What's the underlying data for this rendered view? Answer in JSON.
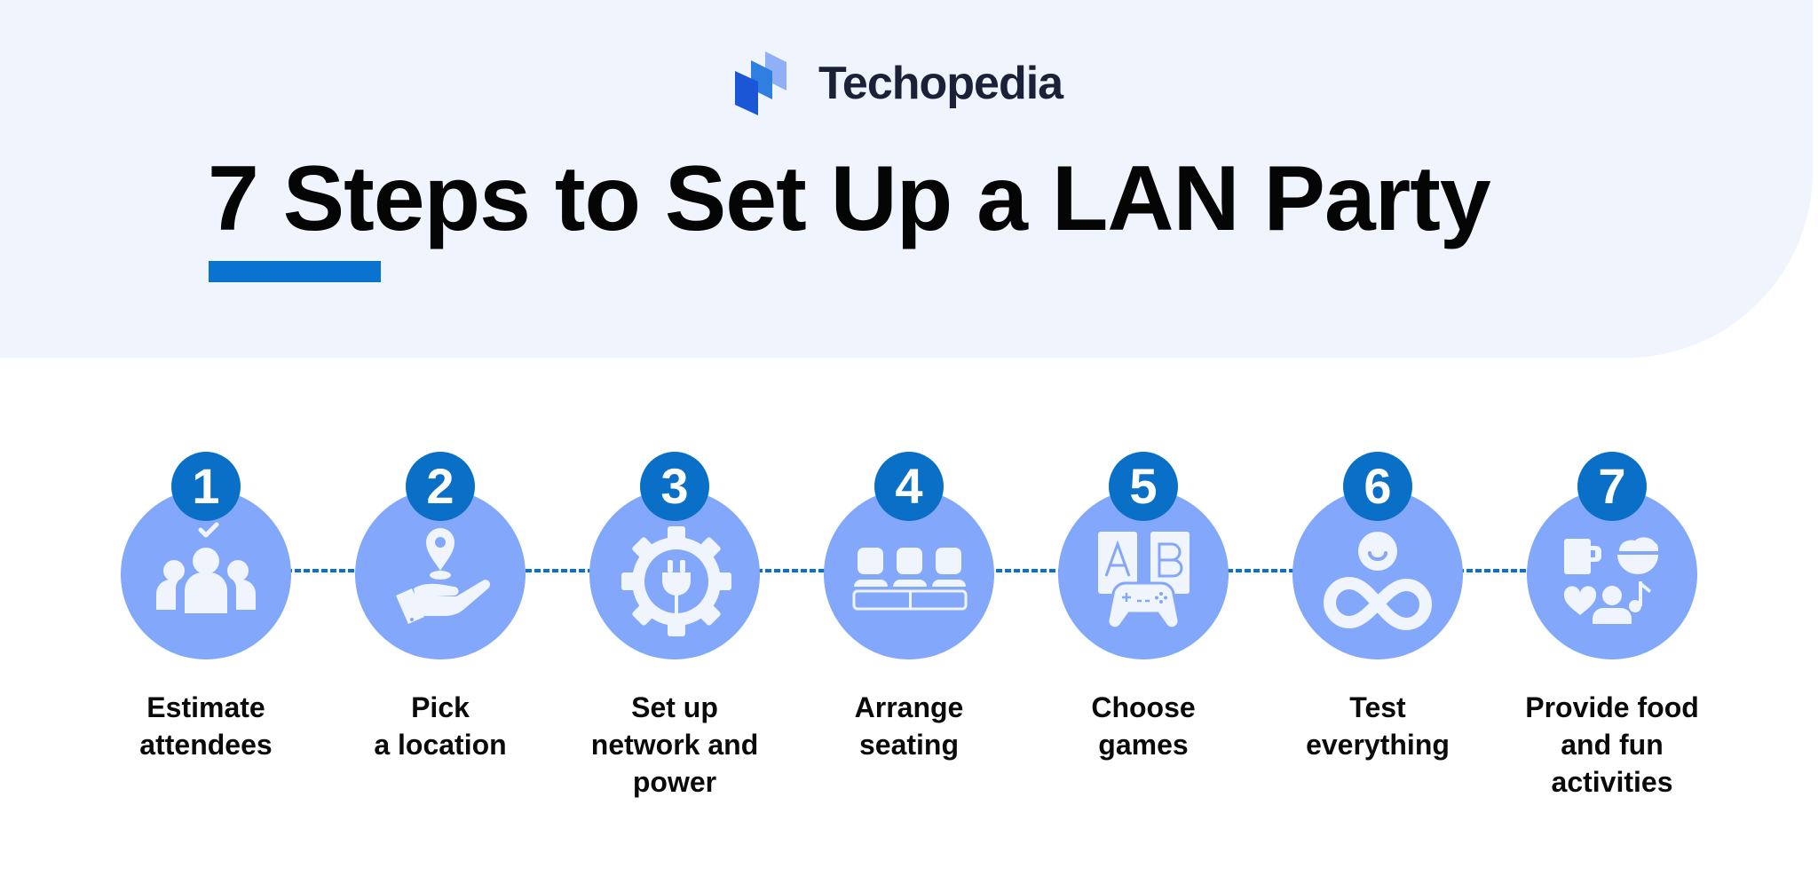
{
  "brand": {
    "name": "Techopedia",
    "colors": {
      "mark_dark": "#1a56d6",
      "mark_mid": "#2f7fe0",
      "mark_light": "#8fb0f7",
      "text": "#1b2137"
    }
  },
  "header": {
    "title": "7 Steps to Set Up a LAN Party",
    "background": "#f0f4fd",
    "underline_color": "#0a72cf"
  },
  "colors": {
    "circle": "#82a7fb",
    "badge": "#0a6fc6",
    "icon": "#f0f4fd",
    "connector": "#0b6fcf"
  },
  "steps": [
    {
      "number": "1",
      "icon": "people-check-icon",
      "label_lines": [
        "Estimate",
        "attendees"
      ]
    },
    {
      "number": "2",
      "icon": "hand-location-pin-icon",
      "label_lines": [
        "Pick",
        "a location"
      ]
    },
    {
      "number": "3",
      "icon": "gear-plug-icon",
      "label_lines": [
        "Set up",
        "network and",
        "power"
      ]
    },
    {
      "number": "4",
      "icon": "seating-row-icon",
      "label_lines": [
        "Arrange",
        "seating"
      ]
    },
    {
      "number": "5",
      "icon": "ab-cards-gamepad-icon",
      "label_lines": [
        "Choose",
        "games"
      ]
    },
    {
      "number": "6",
      "icon": "person-infinity-icon",
      "label_lines": [
        "Test",
        "everything"
      ]
    },
    {
      "number": "7",
      "icon": "food-fun-activities-icon",
      "label_lines": [
        "Provide food",
        "and fun",
        "activities"
      ]
    }
  ]
}
